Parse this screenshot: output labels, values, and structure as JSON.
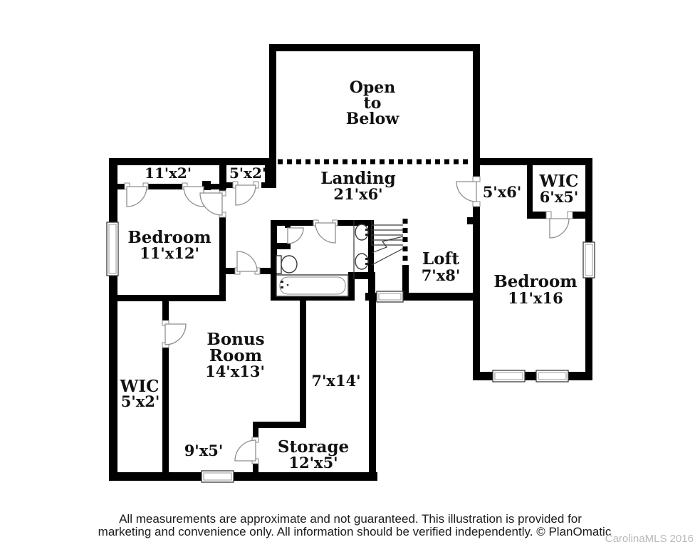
{
  "plan": {
    "open_below": {
      "line1": "Open",
      "line2": "to",
      "line3": "Below"
    },
    "landing": {
      "name": "Landing",
      "dims": "21'x6'"
    },
    "closet_top_left": {
      "dims": "11'x2'"
    },
    "closet_top_mid": {
      "dims": "5'x2'"
    },
    "bedroom_left": {
      "name": "Bedroom",
      "dims": "11'x12'"
    },
    "vestibule": {
      "dims": "5'x6'"
    },
    "wic_right": {
      "name": "WIC",
      "dims": "6'x5'"
    },
    "loft": {
      "name": "Loft",
      "dims": "7'x8'"
    },
    "bedroom_right": {
      "name": "Bedroom",
      "dims": "11'x16"
    },
    "wic_left": {
      "name": "WIC",
      "dims": "5'x2'"
    },
    "bonus_room": {
      "name_line1": "Bonus",
      "name_line2": "Room",
      "dims": "14'x13'"
    },
    "nook": {
      "dims": "9'x5'"
    },
    "corridor": {
      "dims": "7'x14'"
    },
    "storage": {
      "name": "Storage",
      "dims": "12'x5'"
    }
  },
  "footer": {
    "line1": "All measurements are approximate and not guaranteed. This illustration is provided for",
    "line2": "marketing and convenience only. All information should be verified independently. © PlanOmatic"
  },
  "watermark": "CarolinaMLS 2016",
  "colors": {
    "background": "#ffffff",
    "wall": "#000000",
    "label_text": "#111111",
    "door_arc": "#8f8f8f",
    "fixture_stroke": "#3a3a3a",
    "footer_text": "#1b1b1b",
    "watermark_text": "#b9b9b9"
  }
}
